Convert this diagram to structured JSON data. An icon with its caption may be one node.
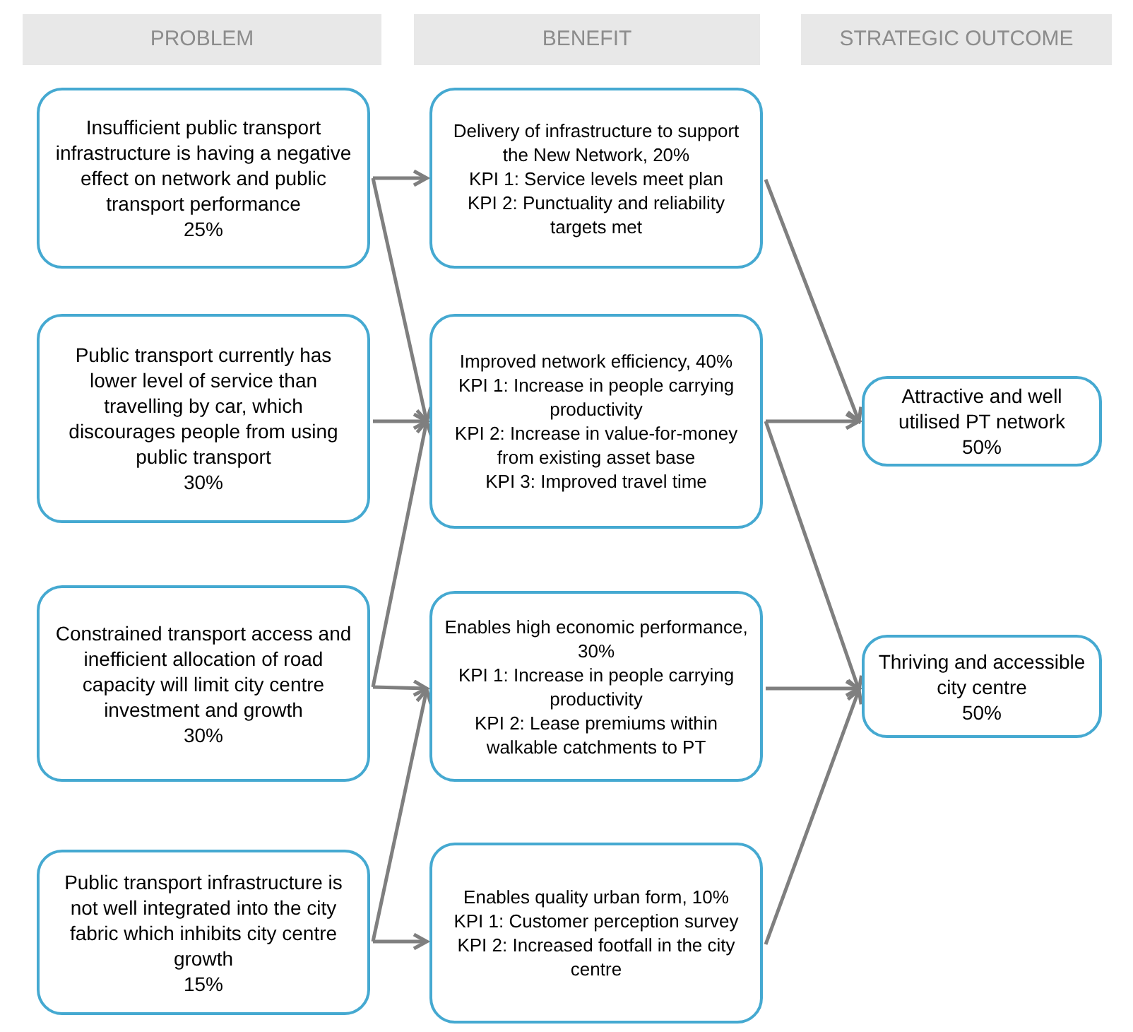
{
  "diagram": {
    "nodes": [
      {
        "text": [
          "PROBLEM"
        ]
      },
      {
        "text": [
          "BENEFIT"
        ]
      },
      {
        "text": [
          "STRATEGIC OUTCOME"
        ]
      },
      {
        "text": [
          "Insufficient public transport infrastructure is having a negative effect on network and public transport performance",
          "25%"
        ]
      },
      {
        "text": [
          "Public transport currently has lower level of service than travelling by car, which discourages people from using public transport",
          "30%"
        ]
      },
      {
        "text": [
          "Constrained transport access and inefficient allocation of road capacity will limit city centre investment and growth",
          "30%"
        ]
      },
      {
        "text": [
          "Public transport infrastructure is not well integrated into the city fabric which inhibits city centre growth",
          "15%"
        ]
      },
      {
        "text": [
          "Delivery of infrastructure to support the New Network, 20%",
          "KPI 1: Service levels meet plan",
          "KPI 2: Punctuality and reliability targets met"
        ]
      },
      {
        "text": [
          "Improved network efficiency, 40%",
          "KPI 1: Increase in people carrying productivity",
          "KPI 2: Increase in value-for-money from existing asset base",
          "KPI 3: Improved travel time"
        ]
      },
      {
        "text": [
          "Enables high economic performance, 30%",
          "KPI 1: Increase in people carrying productivity",
          "KPI 2: Lease premiums within walkable catchments to PT"
        ]
      },
      {
        "text": [
          "Enables quality urban form, 10%",
          "KPI 1: Customer perception survey",
          "KPI 2: Increased footfall in the city centre"
        ]
      },
      {
        "text": [
          "Attractive and well utilised PT network",
          "50%"
        ]
      },
      {
        "text": [
          "Thriving and accessible city centre",
          "50%"
        ]
      }
    ],
    "edges": [
      {
        "from": 3,
        "to": 7,
        "arrow": "to"
      },
      {
        "from": 3,
        "to": 8,
        "arrow": "to"
      },
      {
        "from": 4,
        "to": 8,
        "arrow": "to"
      },
      {
        "from": 5,
        "to": 8,
        "arrow": "to"
      },
      {
        "from": 5,
        "to": 9,
        "arrow": "to"
      },
      {
        "from": 6,
        "to": 9,
        "arrow": "to"
      },
      {
        "from": 6,
        "to": 10,
        "arrow": "to"
      },
      {
        "from": 7,
        "to": 11,
        "arrow": "to"
      },
      {
        "from": 8,
        "to": 11,
        "arrow": "to"
      },
      {
        "from": 8,
        "to": 12,
        "arrow": "to"
      },
      {
        "from": 9,
        "to": 12,
        "arrow": "to"
      },
      {
        "from": 10,
        "to": 12,
        "arrow": "to"
      }
    ]
  }
}
